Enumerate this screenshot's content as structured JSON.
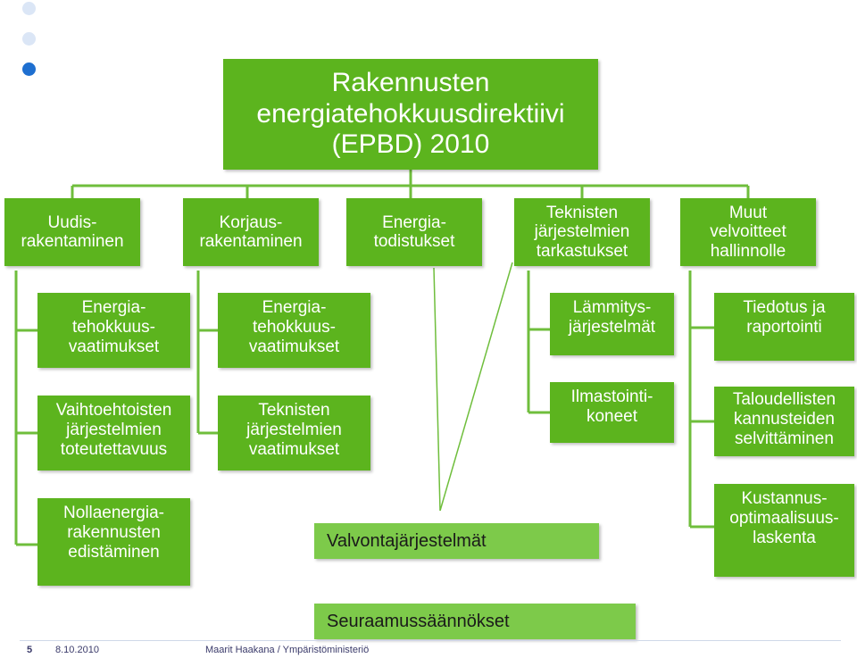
{
  "colors": {
    "box_green": "#5cb41e",
    "light_green": "#7dca4a",
    "connector_green": "#6fbe3c",
    "dot_light": "#dbe6f6",
    "dot_blue": "#1e6fd0"
  },
  "title": "Rakennusten\nenergiatehokkuusdirektiivi\n(EPBD) 2010",
  "level1": [
    "Uudis-\nrakentaminen",
    "Korjaus-\nrakentaminen",
    "Energia-\ntodistukset",
    "Teknisten\njärjestelmien\ntarkastukset",
    "Muut\nvelvoitteet\nhallinnolle"
  ],
  "col1": [
    "Energia-\ntehokkuus-\nvaatimukset",
    "Vaihtoehtoisten\njärjestelmien\ntoteutettavuus",
    "Nollaenergia-\nrakennusten\nedistäminen"
  ],
  "col2": [
    "Energia-\ntehokkuus-\nvaatimukset",
    "Teknisten\njärjestelmien\nvaatimukset"
  ],
  "col4": [
    "Lämmitys-\njärjestelmät",
    "Ilmastointi-\nkoneet"
  ],
  "col5": [
    "Tiedotus ja\nraportointi",
    "Taloudellisten\nkannusteiden\nselvittäminen",
    "Kustannus-\noptimaalisuus-\nlaskenta"
  ],
  "valvonta": "Valvontajärjestelmät",
  "seuraamus": "Seuraamussäännökset",
  "footer": {
    "page": "5",
    "date": "8.10.2010",
    "author": "Maarit Haakana / Ympäristöministeriö"
  }
}
